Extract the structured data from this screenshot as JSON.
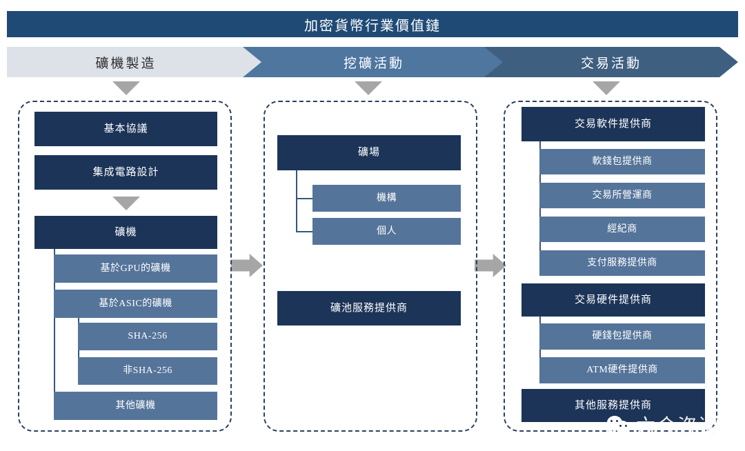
{
  "title": "加密貨幣行業價值鏈",
  "colors": {
    "title_bar": "#1f4a75",
    "chevron_1": "#dde2e9",
    "chevron_2": "#4e769f",
    "chevron_3": "#3f5f80",
    "box_primary": "#1c3458",
    "box_secondary": "#55749a",
    "arrow_gray": "#a6a6a6",
    "panel_border": "#2a3f5f"
  },
  "stages": [
    {
      "id": "mining-hardware",
      "label": "礦機製造"
    },
    {
      "id": "mining-activity",
      "label": "挖礦活動"
    },
    {
      "id": "trading-activity",
      "label": "交易活動"
    }
  ],
  "columns": [
    {
      "id": "mining-hardware",
      "nodes": [
        {
          "id": "basic-protocol",
          "label": "基本協議",
          "level": 0
        },
        {
          "id": "ic-design",
          "label": "集成電路設計",
          "level": 0
        },
        {
          "id": "mining-machine",
          "label": "礦機",
          "level": 0
        },
        {
          "id": "gpu-miner",
          "label": "基於GPU的礦機",
          "level": 1
        },
        {
          "id": "asic-miner",
          "label": "基於ASIC的礦機",
          "level": 1
        },
        {
          "id": "sha-256",
          "label": "SHA-256",
          "level": 2
        },
        {
          "id": "non-sha-256",
          "label": "非SHA-256",
          "level": 2
        },
        {
          "id": "other-miners",
          "label": "其他礦機",
          "level": 1
        }
      ]
    },
    {
      "id": "mining-activity",
      "nodes": [
        {
          "id": "mine-farm",
          "label": "礦場",
          "level": 0
        },
        {
          "id": "institution",
          "label": "機構",
          "level": 1
        },
        {
          "id": "individual",
          "label": "個人",
          "level": 1
        },
        {
          "id": "mining-pool-svc",
          "label": "礦池服務提供商",
          "level": 0
        }
      ]
    },
    {
      "id": "trading-activity",
      "nodes": [
        {
          "id": "trade-software",
          "label": "交易軟件提供商",
          "level": 0
        },
        {
          "id": "soft-wallet",
          "label": "軟錢包提供商",
          "level": 1
        },
        {
          "id": "exchange-operator",
          "label": "交易所營運商",
          "level": 1
        },
        {
          "id": "broker",
          "label": "經紀商",
          "level": 1
        },
        {
          "id": "payment-service",
          "label": "支付服務提供商",
          "level": 1
        },
        {
          "id": "trade-hardware",
          "label": "交易硬件提供商",
          "level": 0
        },
        {
          "id": "hard-wallet",
          "label": "硬錢包提供商",
          "level": 1
        },
        {
          "id": "atm-hardware",
          "label": "ATM硬件提供商",
          "level": 1
        },
        {
          "id": "other-services",
          "label": "其他服務提供商",
          "level": 0
        }
      ]
    }
  ],
  "watermark": {
    "text": "六合咨询",
    "icon": "wechat-icon"
  }
}
